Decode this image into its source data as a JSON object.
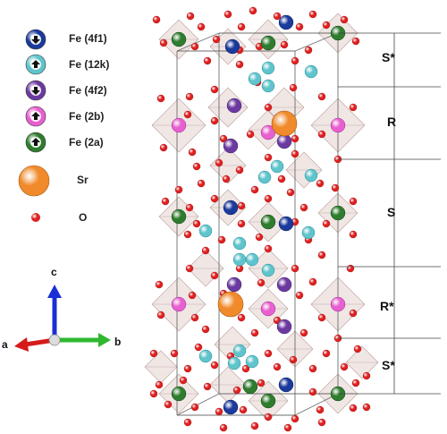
{
  "legend": {
    "items": [
      {
        "label": "Fe (4f1)",
        "color": "#1a3a9c",
        "arrow": "down",
        "icon": "fe-4f1-icon"
      },
      {
        "label": "Fe (12k)",
        "color": "#5fc4cc",
        "arrow": "up",
        "icon": "fe-12k-icon"
      },
      {
        "label": "Fe (4f2)",
        "color": "#6b3aa0",
        "arrow": "down",
        "icon": "fe-4f2-icon"
      },
      {
        "label": "Fe (2b)",
        "color": "#e85fd0",
        "arrow": "up",
        "icon": "fe-2b-icon"
      },
      {
        "label": "Fe (2a)",
        "color": "#2e7d2e",
        "arrow": "up",
        "icon": "fe-2a-icon"
      },
      {
        "label": "Sr",
        "color": "#f08a2a",
        "icon": "sr-atom-icon"
      },
      {
        "label": "O",
        "color": "#e02020",
        "icon": "o-atom-icon"
      }
    ]
  },
  "axes": {
    "a": "a",
    "b": "b",
    "c": "c"
  },
  "segments": [
    "S*",
    "R",
    "S",
    "R*",
    "S*"
  ]
}
